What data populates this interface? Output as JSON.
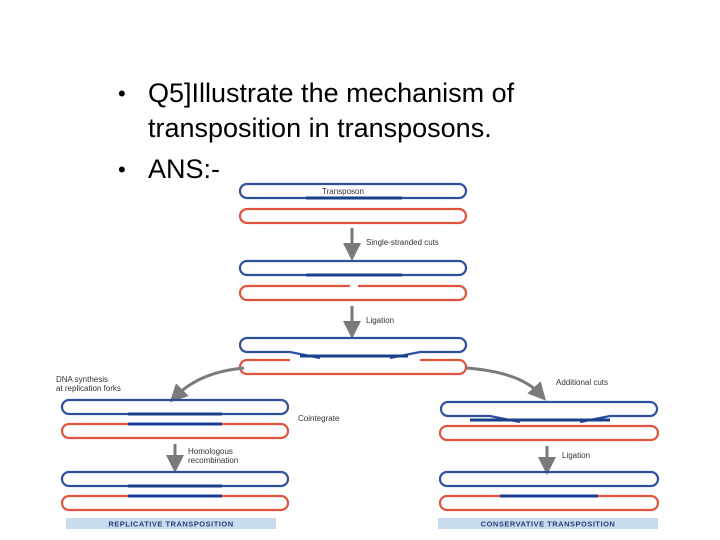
{
  "bullets": [
    "Q5]Illustrate the mechanism of transposition in transposons.",
    "ANS:-"
  ],
  "diagram": {
    "labels": {
      "transposon": "Transposon",
      "single_strand_cuts": "Single-stranded cuts",
      "ligation_top": "Ligation",
      "dna_synthesis_line1": "DNA synthesis",
      "dna_synthesis_line2": "at replication forks",
      "additional_cuts": "Additional cuts",
      "cointegrate": "Cointegrate",
      "homologous_line1": "Homologous",
      "homologous_line2": "recombination",
      "ligation_bottom": "Ligation"
    },
    "banners": {
      "replicative": "REPLICATIVE TRANSPOSITION",
      "conservative": "CONSERVATIVE TRANSPOSITION"
    },
    "colors": {
      "donor_strand": "#2e4f9c",
      "target_strand": "#e0533d",
      "transposon": "#1a3f8f",
      "banner_bg": "#c9dced",
      "arrow": "#7a7a7a"
    }
  }
}
